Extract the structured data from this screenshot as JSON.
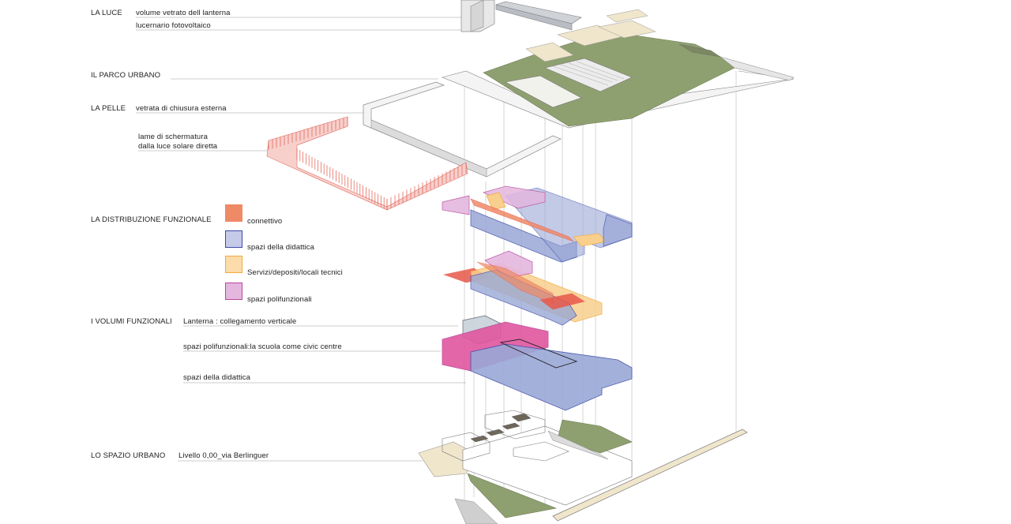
{
  "sections": [
    {
      "id": "luce",
      "title": "LA LUCE",
      "items": [
        "volume vetrato dell lanterna",
        "lucernario fotovoltaico"
      ]
    },
    {
      "id": "parco",
      "title": "IL PARCO URBANO",
      "items": []
    },
    {
      "id": "pelle",
      "title": "LA PELLE",
      "items": [
        "vetrata di chiusura esterna",
        "lame di schermatura",
        "dalla luce solare diretta"
      ]
    },
    {
      "id": "distribuzione",
      "title": "LA DISTRIBUZIONE FUNZIONALE",
      "items": []
    },
    {
      "id": "volumi",
      "title": "I VOLUMI FUNZIONALI",
      "items": [
        "Lanterna : collegamento verticale",
        "spazi polifunzionali:la scuola come civic centre",
        "spazi della didattica"
      ]
    },
    {
      "id": "urbano",
      "title": "LO SPAZIO URBANO",
      "items": [
        "Livello 0,00_via Berlinguer"
      ]
    }
  ],
  "legend": [
    {
      "label": "connettivo",
      "color": "#ef8a66"
    },
    {
      "label": "spazi della didattica",
      "color": "#9aa8d6",
      "border": "#3b4aa8"
    },
    {
      "label": "Servizi/depositi/locali tecnici",
      "color": "#f9cf8e",
      "border": "#f2a93b"
    },
    {
      "label": "spazi polifunzionali",
      "color": "#e4b7de",
      "border": "#b8479c"
    }
  ],
  "colors": {
    "green": "#8fa070",
    "pink": "#e0569f",
    "blue": "#9aa8d6",
    "orange": "#f4a340",
    "red": "#e8584a",
    "cream": "#f0e6cc"
  }
}
